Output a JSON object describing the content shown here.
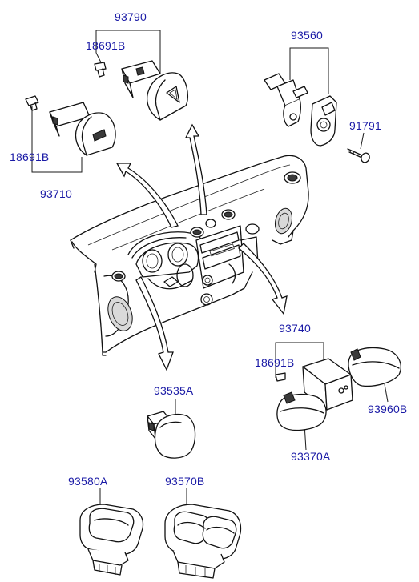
{
  "diagram": {
    "parts": {
      "p93790": "93790",
      "p18691b_top": "18691B",
      "p93560": "93560",
      "p91791": "91791",
      "p18691b_left": "18691B",
      "p93710": "93710",
      "p93740": "93740",
      "p18691b_right": "18691B",
      "p93960b": "93960B",
      "p93370a": "93370A",
      "p93535a": "93535A",
      "p93580a": "93580A",
      "p93570b": "93570B"
    },
    "colors": {
      "label": "#1a1aa6",
      "line": "#111111"
    }
  }
}
